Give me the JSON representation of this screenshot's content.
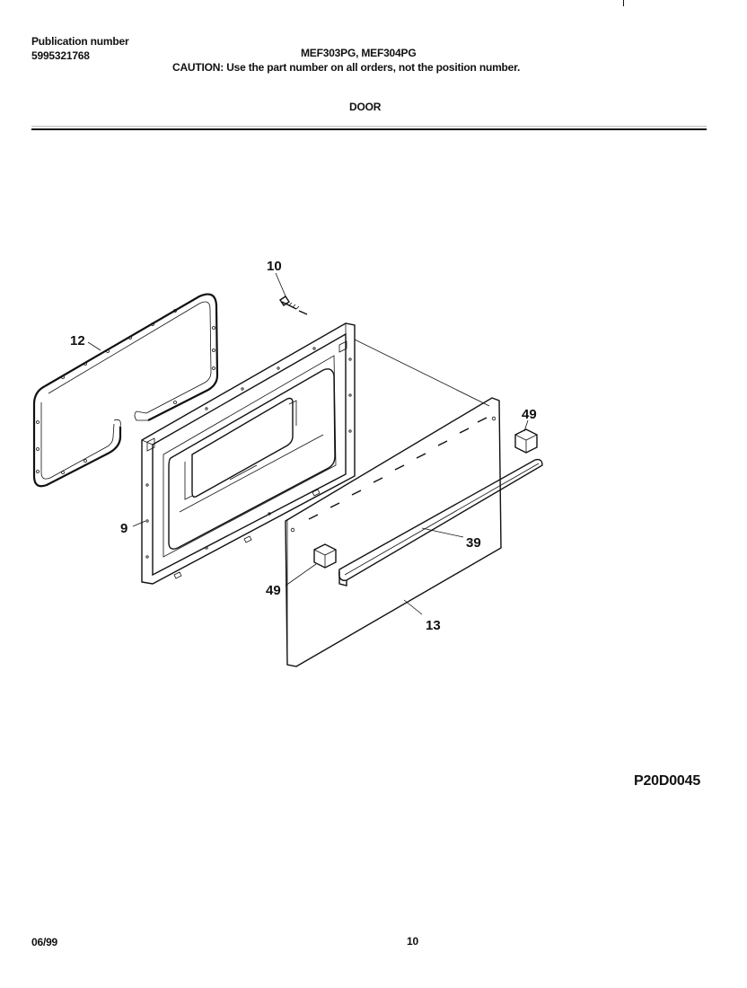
{
  "header": {
    "publication_label": "Publication number",
    "publication_number": "5995321768",
    "models": "MEF303PG, MEF304PG",
    "caution": "CAUTION:  Use the part number on all orders, not the position number.",
    "section_title": "DOOR"
  },
  "callouts": {
    "screw": "10",
    "gasket": "12",
    "inner_door": "9",
    "outer_door": "13",
    "handle": "39",
    "endcap_right": "49",
    "endcap_left": "49"
  },
  "footer": {
    "drawing_id": "P20D0045",
    "date": "06/99",
    "page": "10"
  }
}
